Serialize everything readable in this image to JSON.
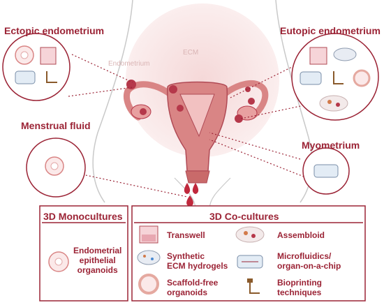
{
  "labels": {
    "ectopic": "Ectopic endometrium",
    "eutopic": "Eutopic endometrium",
    "menstrual": "Menstrual fluid",
    "myometrium": "Myometrium",
    "ecm": "ECM",
    "endometrium": "Endometrium"
  },
  "mono": {
    "title": "3D Monocultures",
    "item_line1": "Endometrial",
    "item_line2": "epithelial",
    "item_line3": "organoids"
  },
  "co": {
    "title": "3D Co-cultures",
    "transwell": "Transwell",
    "synthetic_l1": "Synthetic",
    "synthetic_l2": "ECM hydrogels",
    "scaffold_l1": "Scaffold-free",
    "scaffold_l2": "organoids",
    "assembloid": "Assembloid",
    "micro_l1": "Microfluidics/",
    "micro_l2": "organ-on-a-chip",
    "bio_l1": "Bioprinting",
    "bio_l2": "techniques"
  },
  "colors": {
    "accent": "#9b2335",
    "body_outline": "#c9c9c9",
    "pelvis_glow": "#f3d6d6",
    "uterus": "#d98585",
    "lesion": "#b5384a"
  }
}
